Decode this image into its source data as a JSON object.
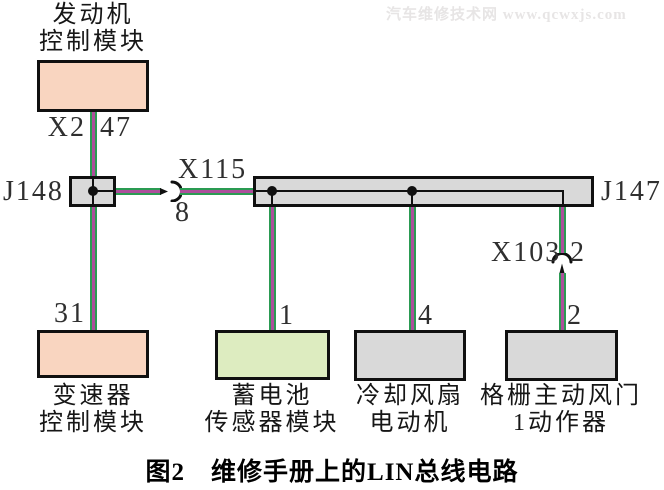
{
  "watermark": {
    "text": "汽车维修技术网 www.qcwxjs.com"
  },
  "caption": {
    "fig_label": "图2",
    "title": "维修手册上的LIN总线电路"
  },
  "colors": {
    "wire_green": "#2a9b52",
    "wire_purple": "#ad4f9b",
    "module_pink": "#f9d5c0",
    "module_green": "#ddecc0",
    "module_gray": "#d9d9d9",
    "line_black": "#101010"
  },
  "modules": {
    "ecm": {
      "name_line1": "发动机",
      "name_line2": "控制模块",
      "connector": "X2",
      "pin": "47"
    },
    "tcm": {
      "name_line1": "变速器",
      "name_line2": "控制模块",
      "pin": "31"
    },
    "battery_sensor": {
      "name_line1": "蓄电池",
      "name_line2": "传感器模块",
      "pin": "1"
    },
    "cooling_fan": {
      "name_line1": "冷却风扇",
      "name_line2": "电动机",
      "pin": "4"
    },
    "grille_shutter": {
      "name_line1": "格栅主动风门",
      "name_line2": "1动作器",
      "pin": "2"
    }
  },
  "junctions": {
    "j148": {
      "label": "J148"
    },
    "j147": {
      "label": "J147"
    }
  },
  "connectors": {
    "x115": {
      "label": "X115",
      "pin": "8"
    },
    "x103": {
      "label": "X103",
      "pin": "2"
    }
  }
}
